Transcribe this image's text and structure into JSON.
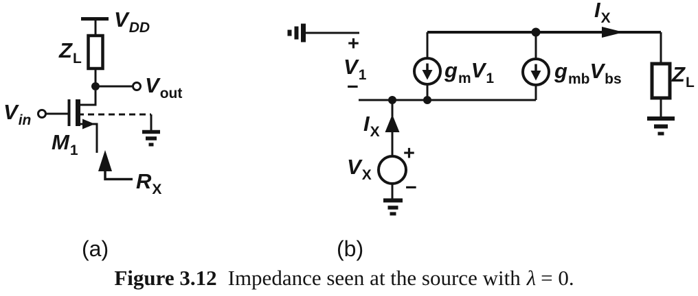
{
  "colors": {
    "ink": "#141414",
    "background": "#ffffff"
  },
  "figure": {
    "sublabel_a": "(a)",
    "sublabel_b": "(b)",
    "caption_bold": "Figure 3.12",
    "caption_text": "Impedance seen at the source with",
    "caption_math": "λ",
    "caption_tail": "= 0."
  },
  "circuit_a": {
    "labels": {
      "vdd": {
        "main": "V",
        "sub": "DD"
      },
      "zl": {
        "main": "Z",
        "sub": "L"
      },
      "vout": {
        "main": "V",
        "sub": "out"
      },
      "vin": {
        "main": "V",
        "sub": "in"
      },
      "m1": {
        "main": "M",
        "sub": "1"
      },
      "rx": {
        "main": "R",
        "sub": "X"
      }
    }
  },
  "circuit_b": {
    "labels": {
      "v1": {
        "main": "V",
        "sub": "1"
      },
      "v1_plus": "+",
      "v1_minus": "−",
      "ix_bottom": {
        "main": "I",
        "sub": "X"
      },
      "vx": {
        "main": "V",
        "sub": "X"
      },
      "vx_plus": "+",
      "vx_minus": "−",
      "gm": {
        "main": "g",
        "sub": "m"
      },
      "gm_v1": {
        "main": "V",
        "sub": "1"
      },
      "gmb": {
        "main": "g",
        "sub": "mb"
      },
      "gmb_vbs": {
        "main": "V",
        "sub": "bs"
      },
      "ix_top": {
        "main": "I",
        "sub": "X"
      },
      "zl": {
        "main": "Z",
        "sub": "L"
      }
    }
  }
}
